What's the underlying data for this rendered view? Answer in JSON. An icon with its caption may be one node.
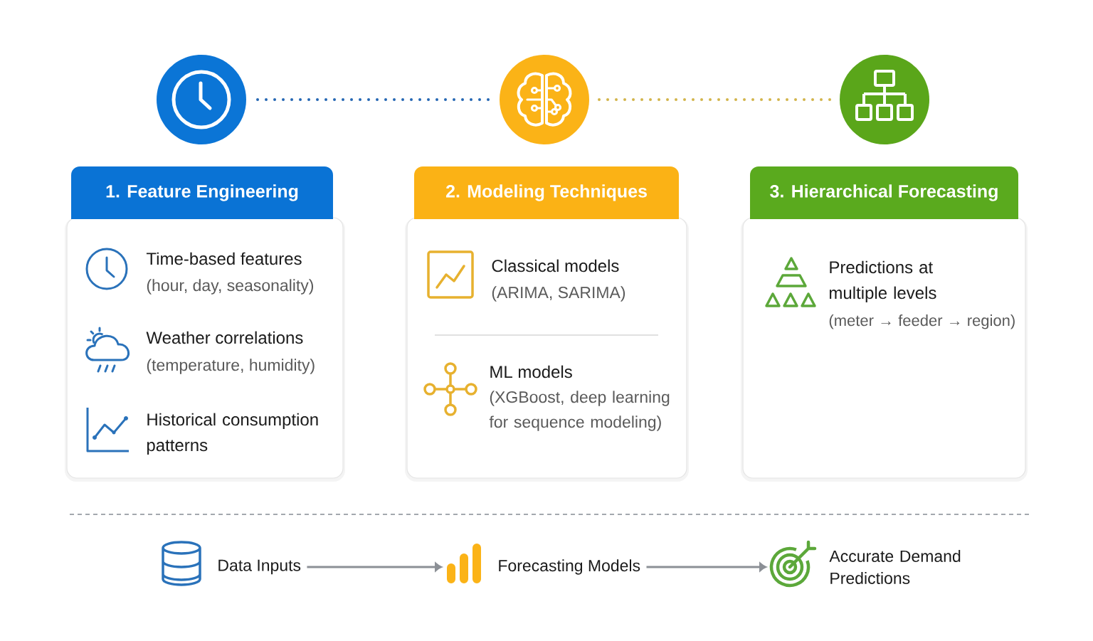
{
  "diagram": {
    "nodes": [
      {
        "text": [],
        "shape": "circle"
      },
      {
        "text": [],
        "shape": "circle"
      },
      {
        "text": [],
        "shape": "circle"
      },
      {
        "text": [
          "1. Feature Engineering",
          "Time-based features",
          "(hour, day, seasonality)",
          "Weather correlations",
          "(temperature, humidity)",
          "Historical consumption patterns"
        ]
      },
      {
        "text": [
          "2. Modeling Techniques",
          "Classical models",
          "(ARIMA, SARIMA)",
          "ML models",
          "(XGBoost, deep learning for sequence modeling)"
        ]
      },
      {
        "text": [
          "3. Hierarchical Forecasting",
          "Predictions at multiple levels",
          "(meter → feeder → region)"
        ]
      },
      {
        "text": [
          "Data Inputs"
        ]
      },
      {
        "text": [
          "Forecasting Models"
        ]
      },
      {
        "text": [
          "Accurate Demand Predictions"
        ]
      }
    ],
    "edges": [
      {
        "from": 0,
        "to": 1,
        "arrow": "none",
        "style": "dashed",
        "color": "#2466b3"
      },
      {
        "from": 1,
        "to": 2,
        "arrow": "none",
        "style": "dashed",
        "color": "#d2b44a"
      },
      {
        "from": 6,
        "to": 7,
        "arrow": "to"
      },
      {
        "from": 7,
        "to": 8,
        "arrow": "to"
      }
    ]
  }
}
